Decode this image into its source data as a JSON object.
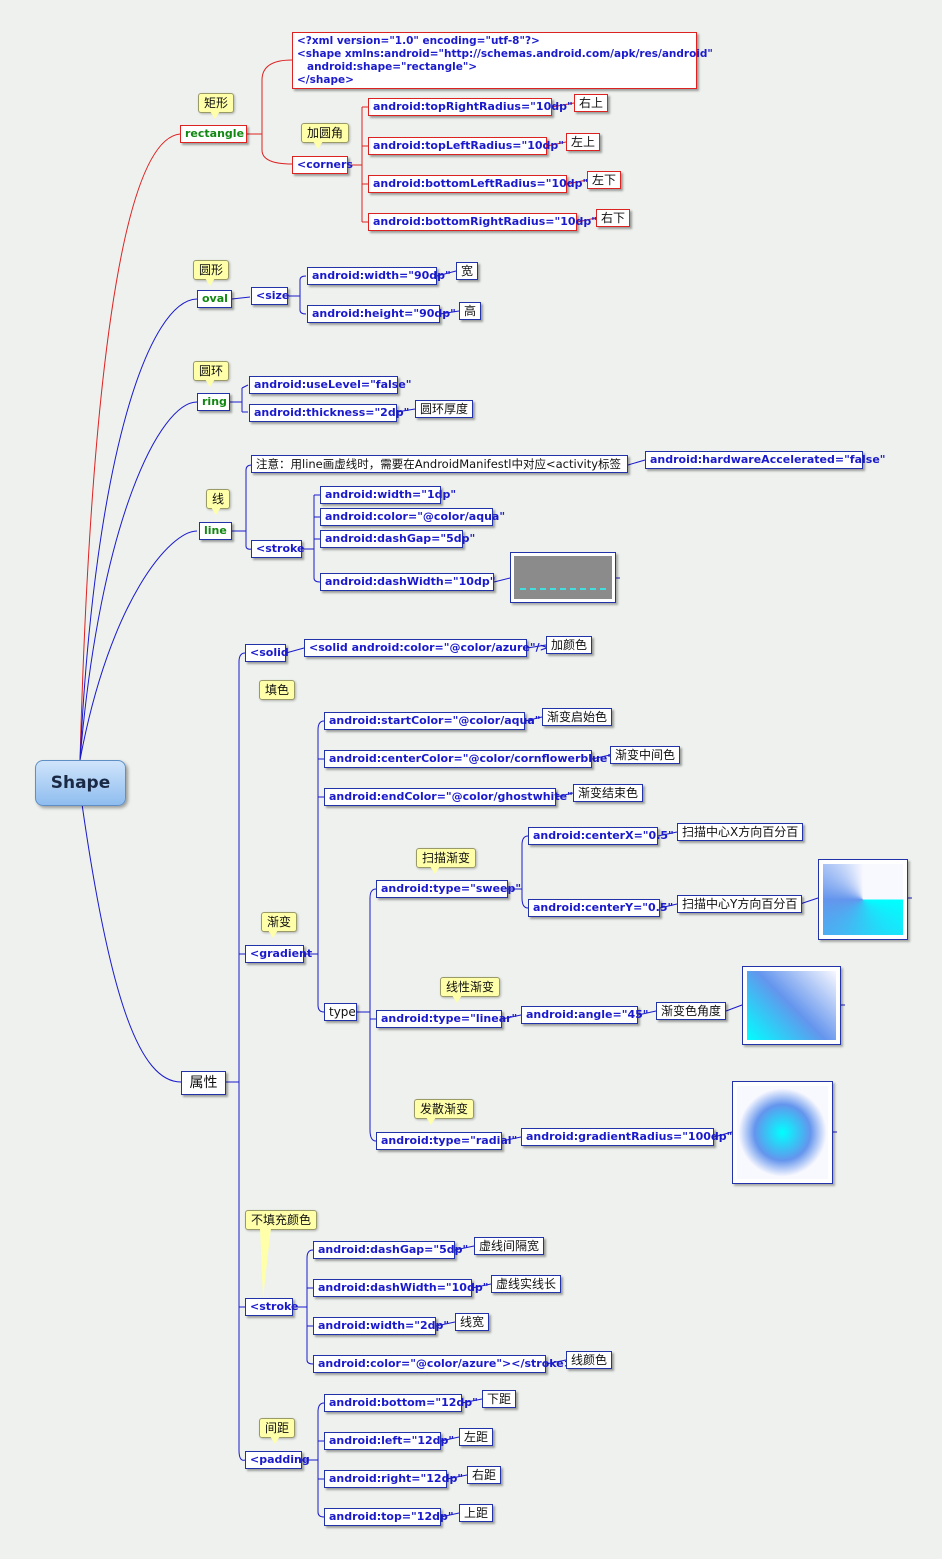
{
  "root": "Shape",
  "rectangle": {
    "label": "rectangle",
    "note": "矩形",
    "xml_line1": "<?xml version=\"1.0\" encoding=\"utf-8\"?>",
    "xml_line2": "<shape xmlns:android=\"http://schemas.android.com/apk/res/android\"",
    "xml_line3": "android:shape=\"rectangle\">",
    "xml_line4": "</shape>",
    "corners": "<corners",
    "corners_note": "加圆角",
    "items": [
      {
        "attr": "android:topRightRadius=\"10dp\"",
        "desc": "右上"
      },
      {
        "attr": "android:topLeftRadius=\"10dp\"",
        "desc": "左上"
      },
      {
        "attr": "android:bottomLeftRadius=\"10dp\"",
        "desc": "左下"
      },
      {
        "attr": "android:bottomRightRadius=\"10dp\"",
        "desc": "右下"
      }
    ]
  },
  "oval": {
    "label": "oval",
    "note": "圆形",
    "size": "<size",
    "items": [
      {
        "attr": "android:width=\"90dp\"",
        "desc": "宽"
      },
      {
        "attr": "android:height=\"90dp\"",
        "desc": "高"
      }
    ]
  },
  "ring": {
    "label": "ring",
    "note": "圆环",
    "items": [
      {
        "attr": "android:useLevel=\"false\"",
        "desc": ""
      },
      {
        "attr": "android:thickness=\"2dp\"",
        "desc": "圆环厚度"
      }
    ]
  },
  "line": {
    "label": "line",
    "note": "线",
    "notice": "注意：用line画虚线时，需要在AndroidManifestl中对应<activity标签",
    "notice_attr": "android:hardwareAccelerated=\"false\"",
    "stroke": "<stroke",
    "items": [
      {
        "attr": "android:width=\"1dp\""
      },
      {
        "attr": "android:color=\"@color/aqua\""
      },
      {
        "attr": "android:dashGap=\"5dp\""
      },
      {
        "attr": "android:dashWidth=\"10dp\""
      }
    ]
  },
  "props": {
    "label": "属性",
    "solid": {
      "label": "<solid",
      "note": "填色",
      "attr": "<solid android:color=\"@color/azure\"/>",
      "desc": "加颜色"
    },
    "gradient": {
      "label": "<gradient",
      "note": "渐变",
      "items": [
        {
          "attr": "android:startColor=\"@color/aqua\"",
          "desc": "渐变启始色"
        },
        {
          "attr": "android:centerColor=\"@color/cornflowerblue\"",
          "desc": "渐变中间色"
        },
        {
          "attr": "android:endColor=\"@color/ghostwhite\"",
          "desc": "渐变结束色"
        }
      ],
      "type": "type",
      "sweep": {
        "attr": "android:type=\"sweep\"",
        "note": "扫描渐变",
        "cx": "android:centerX=\"0.5\"",
        "cx_desc": "扫描中心X方向百分百",
        "cy": "android:centerY=\"0.5\"",
        "cy_desc": "扫描中心Y方向百分百"
      },
      "linear": {
        "attr": "android:type=\"linear\"",
        "note": "线性渐变",
        "angle": "android:angle=\"45\"",
        "angle_desc": "渐变色角度"
      },
      "radial": {
        "attr": "android:type=\"radial\"",
        "note": "发散渐变",
        "radius": "android:gradientRadius=\"100dp\""
      }
    },
    "stroke": {
      "label": "<stroke",
      "note": "不填充颜色",
      "items": [
        {
          "attr": "android:dashGap=\"5dp\"",
          "desc": "虚线间隔宽"
        },
        {
          "attr": "android:dashWidth=\"10dp\"",
          "desc": "虚线实线长"
        },
        {
          "attr": "android:width=\"2dp\"",
          "desc": "线宽"
        },
        {
          "attr": "android:color=\"@color/azure\"></stroke>",
          "desc": "线颜色"
        }
      ]
    },
    "padding": {
      "label": "<padding",
      "note": "间距",
      "items": [
        {
          "attr": "android:bottom=\"12dp\"",
          "desc": "下距"
        },
        {
          "attr": "android:left=\"12dp\"",
          "desc": "左距"
        },
        {
          "attr": "android:right=\"12dp\"",
          "desc": "右距"
        },
        {
          "attr": "android:top=\"12dp\"",
          "desc": "上距"
        }
      ]
    }
  },
  "colors": {
    "red_branch": "#dd2222",
    "blue_branch": "#1a1acc",
    "root_fill": "#8fbdef",
    "callout": "#ffffaa"
  }
}
